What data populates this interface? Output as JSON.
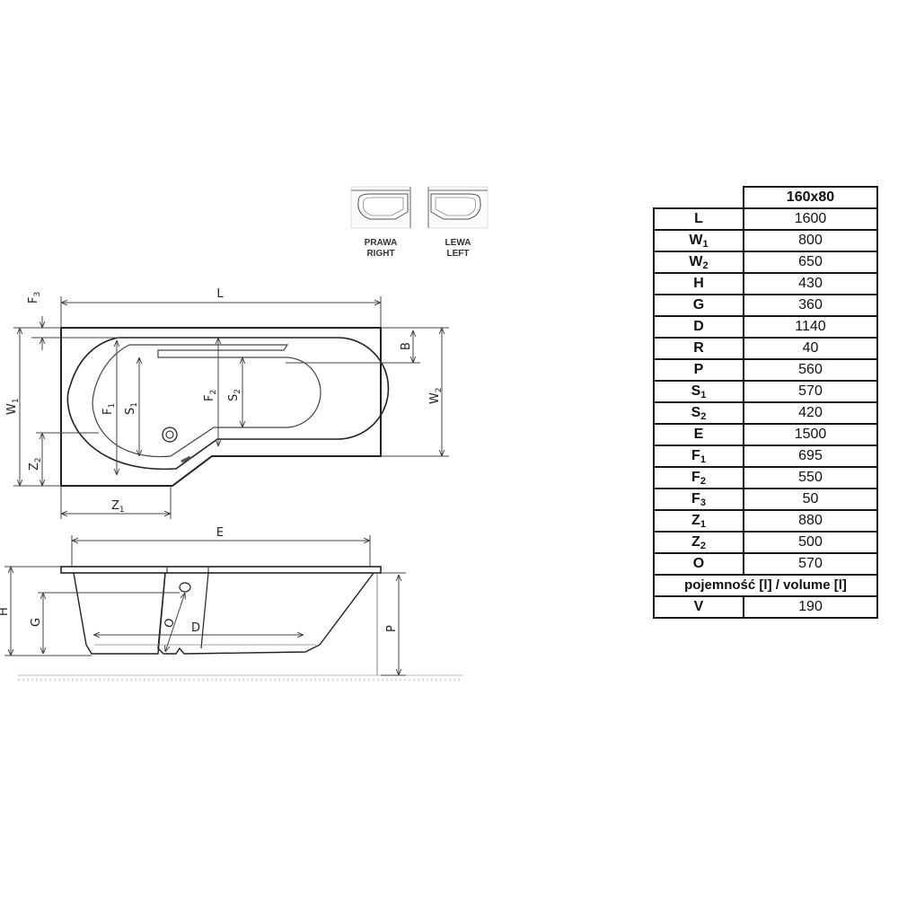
{
  "diagram": {
    "top_view_labels": {
      "L": "L",
      "B": "B",
      "W1": "W",
      "W1_sub": "1",
      "W2": "W",
      "W2_sub": "2",
      "F1": "F",
      "F1_sub": "1",
      "F2": "F",
      "F2_sub": "2",
      "F3": "F",
      "F3_sub": "3",
      "S1": "S",
      "S1_sub": "1",
      "S2": "S",
      "S2_sub": "2",
      "Z1": "Z",
      "Z1_sub": "1",
      "Z2": "Z",
      "Z2_sub": "2"
    },
    "side_view_labels": {
      "E": "E",
      "H": "H",
      "G": "G",
      "O": "O",
      "D": "D",
      "P": "P"
    },
    "variants": [
      {
        "line1": "PRAWA",
        "line2": "RIGHT"
      },
      {
        "line1": "LEWA",
        "line2": "LEFT"
      }
    ]
  },
  "table": {
    "size_header": "160x80",
    "rows": [
      {
        "key": "L",
        "sub": "",
        "value": "1600"
      },
      {
        "key": "W",
        "sub": "1",
        "value": "800"
      },
      {
        "key": "W",
        "sub": "2",
        "value": "650"
      },
      {
        "key": "H",
        "sub": "",
        "value": "430"
      },
      {
        "key": "G",
        "sub": "",
        "value": "360"
      },
      {
        "key": "D",
        "sub": "",
        "value": "1140"
      },
      {
        "key": "R",
        "sub": "",
        "value": "40"
      },
      {
        "key": "P",
        "sub": "",
        "value": "560"
      },
      {
        "key": "S",
        "sub": "1",
        "value": "570"
      },
      {
        "key": "S",
        "sub": "2",
        "value": "420"
      },
      {
        "key": "E",
        "sub": "",
        "value": "1500"
      },
      {
        "key": "F",
        "sub": "1",
        "value": "695"
      },
      {
        "key": "F",
        "sub": "2",
        "value": "550"
      },
      {
        "key": "F",
        "sub": "3",
        "value": "50"
      },
      {
        "key": "Z",
        "sub": "1",
        "value": "880"
      },
      {
        "key": "Z",
        "sub": "2",
        "value": "500"
      },
      {
        "key": "O",
        "sub": "",
        "value": "570"
      }
    ],
    "volume_label": "pojemność [l] / volume [l]",
    "volume_row": {
      "key": "V",
      "value": "190"
    }
  }
}
